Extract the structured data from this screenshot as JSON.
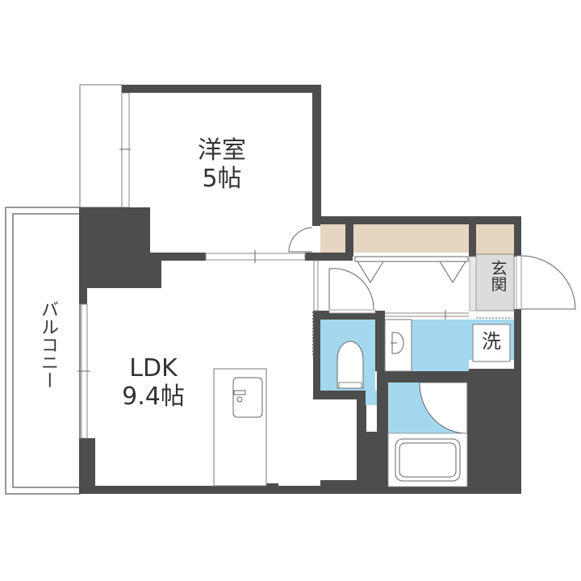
{
  "colors": {
    "wall": "#4d4d4d",
    "storage": "#e6d5c0",
    "wet_area": "#a4d8ef",
    "entrance": "#dcdcdc",
    "line": "#555555"
  },
  "rooms": {
    "western_room": {
      "name": "洋室",
      "size": "5帖"
    },
    "ldk": {
      "name": "LDK",
      "size": "9.4帖"
    },
    "balcony": {
      "name": "バルコニー"
    },
    "entrance": {
      "name": "玄関"
    },
    "washer": {
      "name": "洗"
    }
  }
}
